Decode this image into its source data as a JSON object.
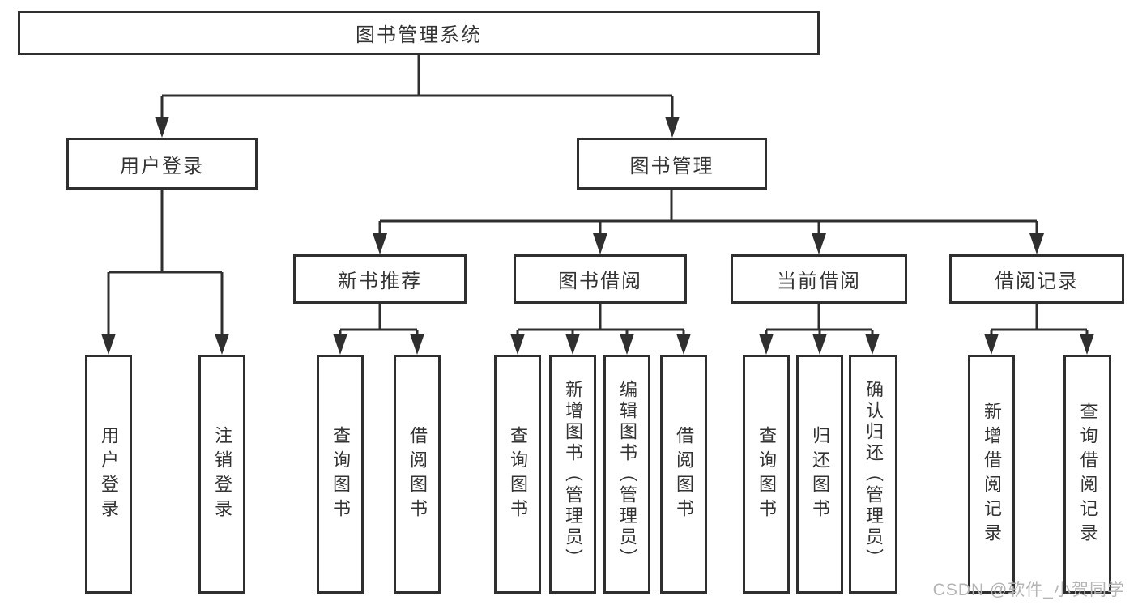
{
  "diagram": {
    "root": "图书管理系统",
    "user_login": {
      "label": "用户登录",
      "children": [
        "用户登录",
        "注销登录"
      ]
    },
    "book_management": {
      "label": "图书管理",
      "children": {
        "new_book_recommend": {
          "label": "新书推荐",
          "children": [
            "查询图书",
            "借阅图书"
          ]
        },
        "book_borrow": {
          "label": "图书借阅",
          "children": [
            "查询图书",
            "新增图书（管理员）",
            "编辑图书（管理员）",
            "借阅图书"
          ]
        },
        "current_borrow": {
          "label": "当前借阅",
          "children": [
            "查询图书",
            "归还图书",
            "确认归还（管理员）"
          ]
        },
        "borrow_records": {
          "label": "借阅记录",
          "children": [
            "新增借阅记录",
            "查询借阅记录"
          ]
        }
      }
    }
  },
  "watermark": "CSDN @软件_小贺同学",
  "colors": {
    "line": "#2f2f2f",
    "text": "#333333",
    "watermark": "#b5b5b5",
    "background": "#ffffff"
  }
}
